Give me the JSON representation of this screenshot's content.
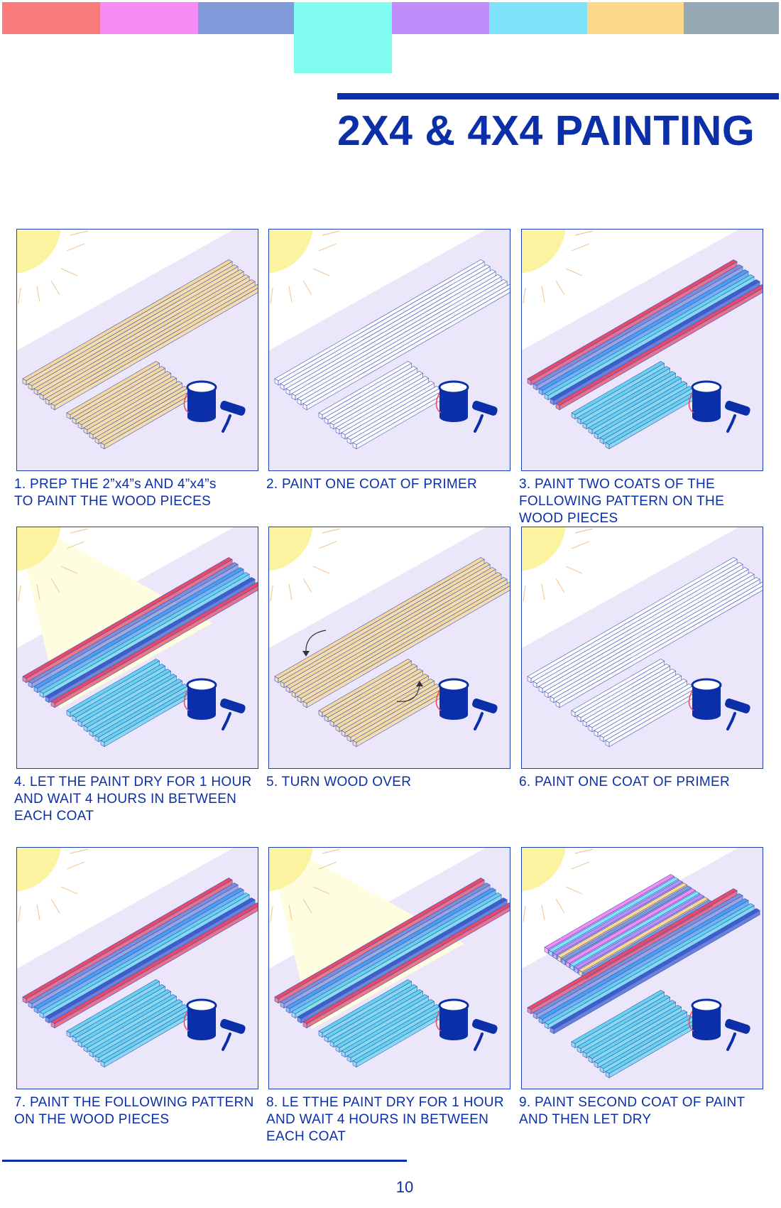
{
  "palette": {
    "accent": "#0b2fa8",
    "swatches": [
      "#f87a7a",
      "#f58cf5",
      "#7f9ad8",
      "#80fbef",
      "#be8cfb",
      "#7fe3fb",
      "#fcd88c",
      "#96a8b4"
    ],
    "panel_sky": "#ffffff",
    "panel_ground": "#ece6fb",
    "sun": "#fbf3a0",
    "sun_rays": "#f3c99b",
    "light_beam": "#fffde0",
    "wood": "#f6d99a",
    "wood_edge": "#3f56b8",
    "primer": "#ffffff",
    "pattern": [
      "#e84a68",
      "#7d8fd9",
      "#4a9ff0",
      "#66d3ee",
      "#3c5fcf"
    ],
    "multi": [
      "#f58cf5",
      "#7fe3fb",
      "#be8cfb",
      "#fcd88c",
      "#7f9ad8"
    ],
    "paint_can": "#0b2fa8"
  },
  "page": {
    "title": "2X4 & 4X4 PAINTING",
    "page_number": "10"
  },
  "steps": [
    {
      "lines": [
        "1. PREP THE 2”x4”s AND 4”x4”s",
        "TO PAINT THE WOOD PIECES"
      ],
      "scene": "raw"
    },
    {
      "lines": [
        "2. PAINT ONE COAT OF PRIMER"
      ],
      "scene": "primer"
    },
    {
      "lines": [
        "3. PAINT TWO COATS OF THE",
        "FOLLOWING PATTERN ON THE",
        "WOOD PIECES"
      ],
      "scene": "pattern"
    },
    {
      "lines": [
        "4. LET THE PAINT DRY FOR 1 HOUR",
        "AND WAIT 4 HOURS IN BETWEEN",
        "EACH COAT"
      ],
      "scene": "dry"
    },
    {
      "lines": [
        "5. TURN WOOD OVER"
      ],
      "scene": "turn"
    },
    {
      "lines": [
        "6. PAINT ONE COAT OF PRIMER"
      ],
      "scene": "primer"
    },
    {
      "lines": [
        "7. PAINT THE FOLLOWING PATTERN",
        "ON THE WOOD PIECES"
      ],
      "scene": "pattern"
    },
    {
      "lines": [
        "8. LE TTHE PAINT DRY FOR 1 HOUR",
        "AND WAIT 4 HOURS IN BETWEEN",
        "EACH COAT"
      ],
      "scene": "dry"
    },
    {
      "lines": [
        "9. PAINT SECOND COAT OF PAINT",
        "AND THEN LET DRY"
      ],
      "scene": "final"
    }
  ]
}
